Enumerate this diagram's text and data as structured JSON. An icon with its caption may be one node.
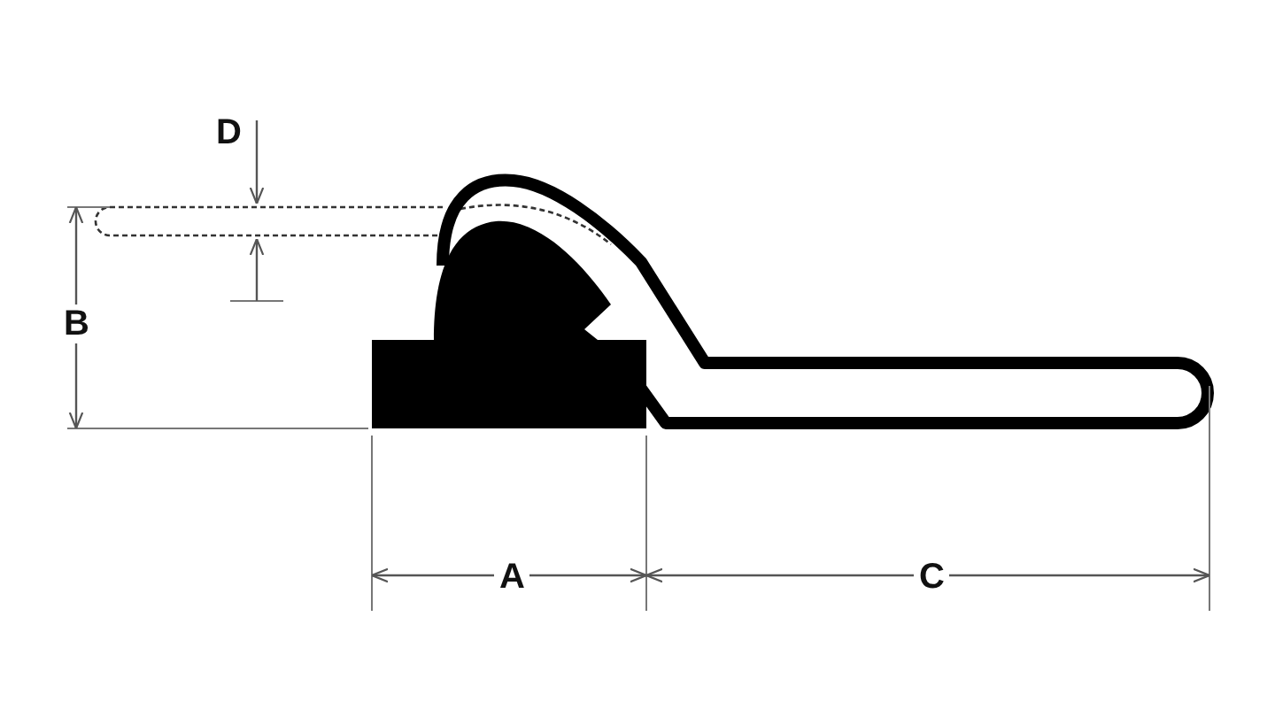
{
  "diagram": {
    "labels": [
      "D",
      "B",
      "A",
      "C"
    ]
  }
}
